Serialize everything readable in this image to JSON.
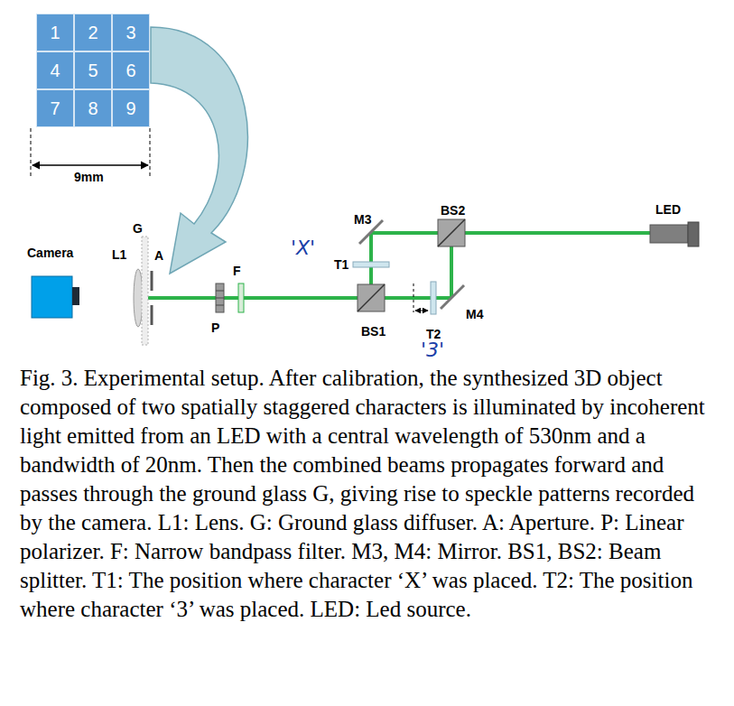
{
  "diagram": {
    "caption": "Fig. 3. Experimental setup. After calibration, the synthesized 3D object composed of two spatially staggered characters is illuminated by incoherent light emitted from an LED with a central wavelength of 530nm and a bandwidth of 20nm. Then the combined beams propagates forward and passes through the ground glass G, giving rise to speckle patterns recorded by the camera. L1: Lens. G: Ground glass diffuser. A: Aperture. P: Linear polarizer. F: Narrow bandpass filter. M3, M4: Mirror. BS1, BS2: Beam splitter. T1: The position where character ‘X’ was placed. T2: The position where character ‘3’ was placed. LED: Led source.",
    "nodes": [
      {
        "text": [
          "1"
        ]
      },
      {
        "text": [
          "2"
        ]
      },
      {
        "text": [
          "3"
        ]
      },
      {
        "text": [
          "4"
        ]
      },
      {
        "text": [
          "5"
        ]
      },
      {
        "text": [
          "6"
        ]
      },
      {
        "text": [
          "7"
        ]
      },
      {
        "text": [
          "8"
        ]
      },
      {
        "text": [
          "9"
        ]
      }
    ],
    "labels": [
      "9mm",
      "Camera",
      "L1",
      "G",
      "A",
      "P",
      "F",
      "M3",
      "'X'",
      "T1",
      "BS2",
      "LED",
      "BS1",
      "M4",
      "T2",
      "'3'"
    ]
  }
}
